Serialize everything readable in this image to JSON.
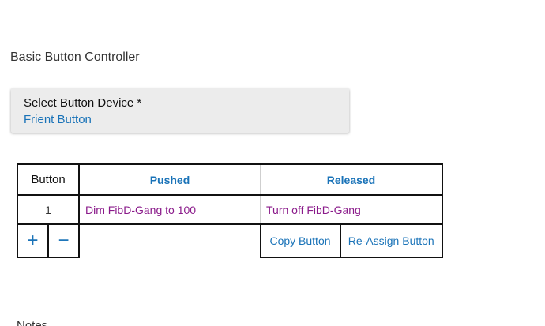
{
  "page": {
    "title": "Basic Button Controller"
  },
  "device_select": {
    "label": "Select Button Device *",
    "value": "Frient Button"
  },
  "table": {
    "headers": {
      "button": "Button",
      "pushed": "Pushed",
      "released": "Released"
    },
    "rows": [
      {
        "number": "1",
        "pushed": "Dim FibD-Gang to 100",
        "released": "Turn off FibD-Gang"
      }
    ],
    "controls": {
      "add": "+",
      "remove": "−",
      "copy": "Copy Button",
      "reassign": "Re-Assign Button"
    }
  },
  "notes": {
    "heading": "Notes"
  },
  "colors": {
    "accent": "#1a73b8",
    "action_text": "#8a1a8a"
  }
}
